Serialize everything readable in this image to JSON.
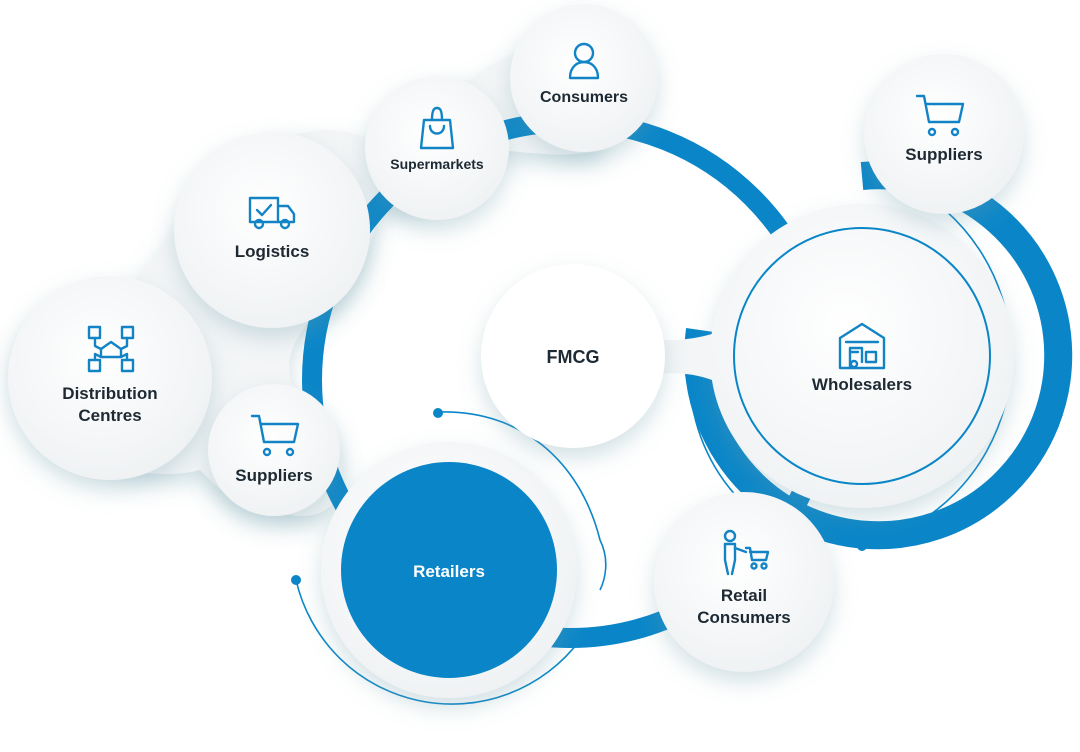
{
  "diagram": {
    "hub": "FMCG",
    "wholesalers": "Wholesalers",
    "retailers": "Retailers",
    "retail_consumers": [
      "Retail",
      "Consumers"
    ],
    "suppliers_right": "Suppliers",
    "consumers": "Consumers",
    "supermarkets": "Supermarkets",
    "logistics": "Logistics",
    "distribution_centres": [
      "Distribution",
      "Centres"
    ],
    "suppliers_left": "Suppliers"
  },
  "colors": {
    "accent": "#0a86c8",
    "node_fill": "#f3f5f6",
    "text": "#1e2a33",
    "text_on_accent": "#ffffff"
  },
  "icons": {
    "consumers": "person-icon",
    "supermarkets": "shopping-bag-icon",
    "logistics": "delivery-truck-icon",
    "distribution_centres": "distribution-network-icon",
    "suppliers_left": "shopping-cart-icon",
    "suppliers_right": "shopping-cart-icon",
    "wholesalers": "warehouse-forklift-icon",
    "retail_consumers": "shopper-cart-icon"
  }
}
